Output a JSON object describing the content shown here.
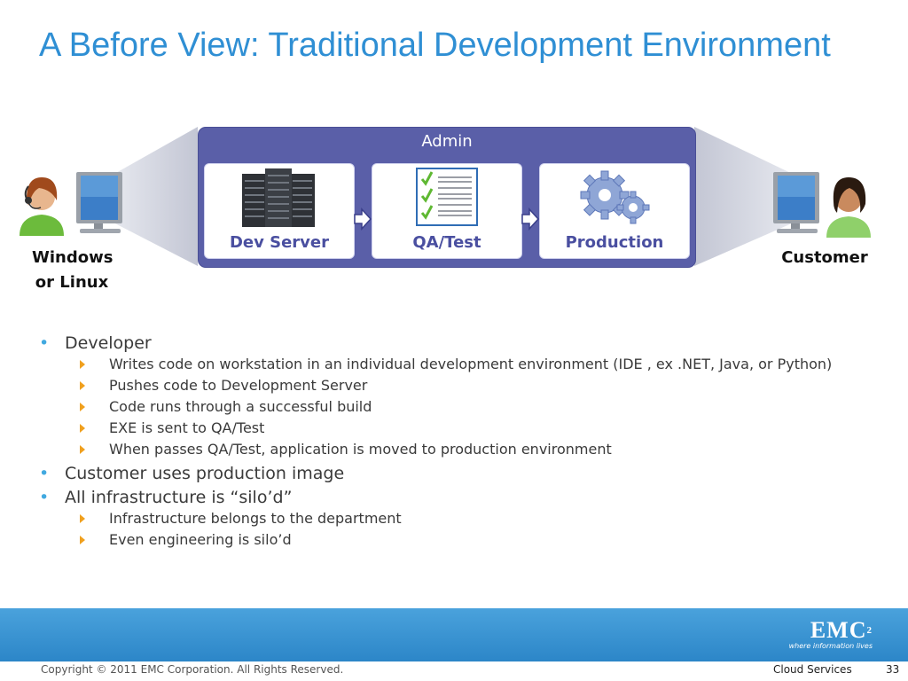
{
  "slide": {
    "title": "A Before View: Traditional Development Environment"
  },
  "diagram": {
    "admin_label": "Admin",
    "environments": [
      {
        "label": "Dev Server",
        "icon": "server-rack-icon"
      },
      {
        "label": "QA/Test",
        "icon": "checklist-icon"
      },
      {
        "label": "Production",
        "icon": "gears-icon"
      }
    ],
    "developer_label_line1": "Windows",
    "developer_label_line2": "or Linux",
    "customer_label": "Customer",
    "colors": {
      "admin_frame": "#5a5fa8",
      "label_text": "#4a4fa0",
      "title": "#2f8fd4",
      "bullet_dot": "#41a9e0",
      "sub_bullet_arrow": "#f0a01e",
      "footer_band": "#3a95d4"
    }
  },
  "bullets": [
    {
      "text": "Developer",
      "subs": [
        "Writes code on workstation in an individual development environment (IDE , ex .NET, Java, or Python)",
        "Pushes code to Development Server",
        "Code runs through a successful build",
        "EXE is sent to QA/Test",
        "When passes QA/Test, application is moved to production environment"
      ]
    },
    {
      "text": "Customer uses production image",
      "subs": []
    },
    {
      "text": "All infrastructure is “silo’d”",
      "subs": [
        "Infrastructure belongs to the department",
        "Even engineering is silo’d"
      ]
    }
  ],
  "footer": {
    "copyright": "Copyright © 2011 EMC Corporation. All Rights Reserved.",
    "section": "Cloud Services",
    "page_number": "33",
    "logo_text": "EMC",
    "logo_superscript": "2",
    "logo_tagline": "where information lives"
  }
}
